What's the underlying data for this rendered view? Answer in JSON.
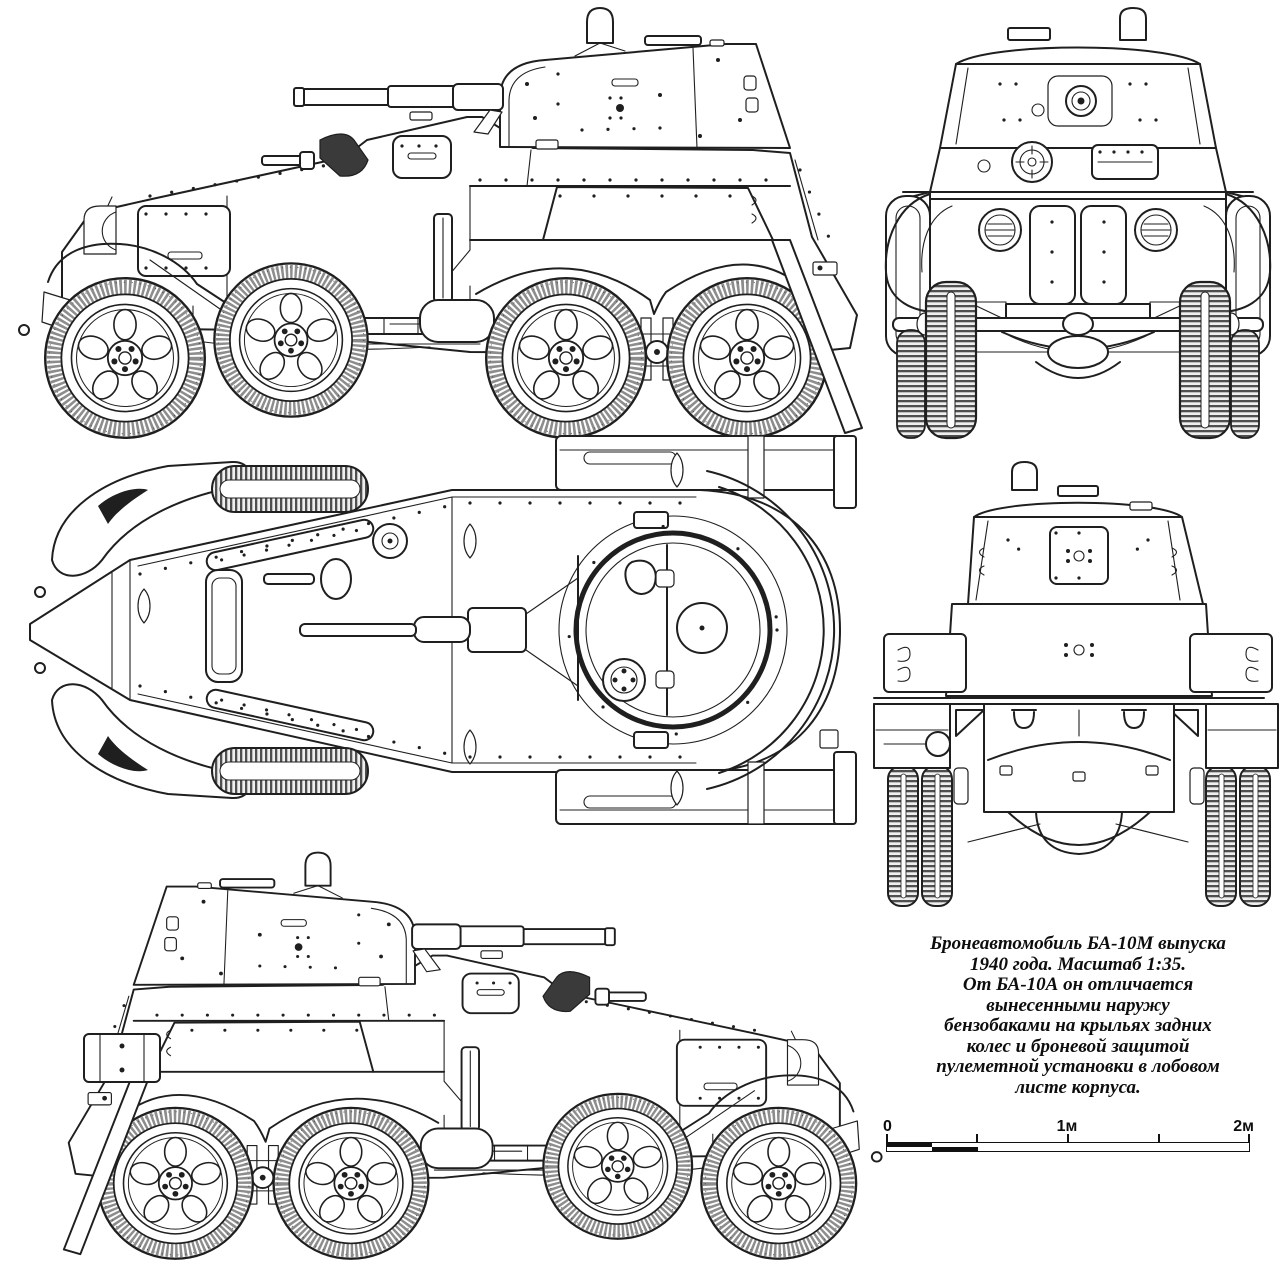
{
  "colors": {
    "line": "#1f1f1f",
    "tire_shade": "#8d8d8d",
    "background": "#ffffff",
    "text": "#0d0d0d"
  },
  "views": [
    {
      "id": "side-view-left"
    },
    {
      "id": "front-view"
    },
    {
      "id": "top-view"
    },
    {
      "id": "rear-view"
    },
    {
      "id": "side-view-right"
    }
  ],
  "caption": {
    "lines": [
      "Бронеавтомобиль БА-10М выпуска",
      "1940 года. Масштаб 1:35.",
      "От БА-10А он отличается",
      "вынесенными наружу",
      "бензобаками на крыльях задних",
      "колес и броневой защитой",
      "пулеметной установки в лобовом",
      "листе корпуса."
    ]
  },
  "scale_bar": {
    "labels": [
      "0",
      "1м",
      "2м"
    ]
  }
}
